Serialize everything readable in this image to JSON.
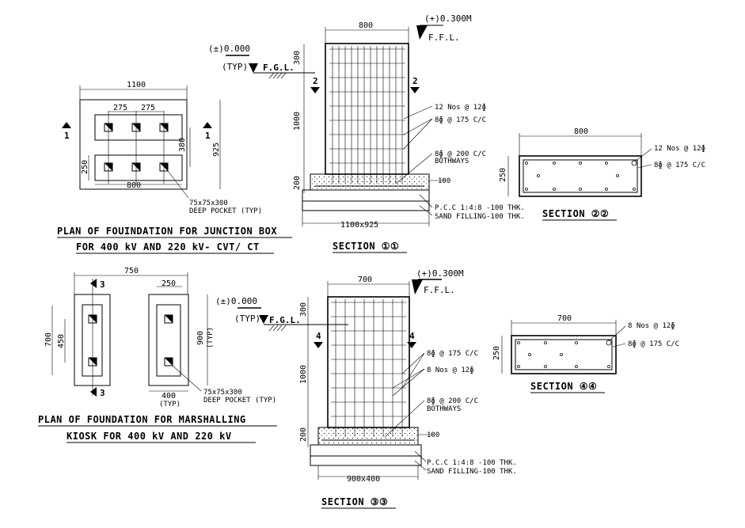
{
  "plan_jb": {
    "title_line1": "PLAN OF FOUINDATION FOR JUNCTION BOX",
    "title_line2": "FOR 400 kV AND 220 kV- CVT/ CT",
    "dim_total_width": "1100",
    "dim_275_a": "275",
    "dim_275_b": "275",
    "dim_800": "800",
    "dim_925": "925",
    "dim_380": "380",
    "dim_250": "250",
    "section_mark": "1",
    "pocket_label_1": "75x75x300",
    "pocket_label_2": "DEEP POCKET (TYP)"
  },
  "section_11": {
    "title": "SECTION ①①",
    "dim_top": "800",
    "level_ffl_value": "(+)0.300M",
    "level_ffl_label": "F.F.L.",
    "level_fgl_value": "(±)0.000",
    "level_fgl_typ": "(TYP)",
    "level_fgl_label": "F.G.L.",
    "dim_300": "300",
    "dim_1000": "1000",
    "dim_200": "200",
    "dim_100": "100",
    "section_mark": "2",
    "note_bars": "12 Nos @ 12ɸ",
    "note_ties": "8ɸ @ 175 C/C",
    "note_mesh": "8ɸ @ 200 C/C",
    "note_bothways": "BOTHWAYS",
    "note_pcc": "P.C.C 1:4:8 -100 THK.",
    "note_sand": "SAND FILLING-100 THK.",
    "dim_base": "1100x925"
  },
  "section_22": {
    "title": "SECTION ②②",
    "dim_width": "800",
    "dim_height": "250",
    "note_bars": "12 Nos @ 12ɸ",
    "note_ties": "8ɸ @ 175 C/C"
  },
  "plan_mk": {
    "title_line1": "PLAN OF FOUNDATION FOR MARSHALLING",
    "title_line2": "KIOSK FOR 400 kV AND 220 kV",
    "dim_750": "750",
    "dim_250": "250",
    "dim_700": "700",
    "dim_450": "450",
    "dim_900": "900",
    "dim_900_typ": "(TYP)",
    "dim_400": "400",
    "dim_400_typ": "(TYP)",
    "section_mark": "3",
    "pocket_label_1": "75x75x300",
    "pocket_label_2": "DEEP POCKET (TYP)"
  },
  "section_33": {
    "title": "SECTION ③③",
    "dim_top": "700",
    "level_ffl_value": "(+)0.300M",
    "level_ffl_label": "F.F.L.",
    "level_fgl_value": "(±)0.000",
    "level_fgl_typ": "(TYP)",
    "level_fgl_label": "F.G.L.",
    "dim_300": "300",
    "dim_1000": "1000",
    "dim_200": "200",
    "dim_100": "100",
    "section_mark": "4",
    "note_ties": "8ɸ @ 175 C/C",
    "note_bars": "8 Nos @ 12ɸ",
    "note_mesh": "8ɸ @ 200 C/C",
    "note_bothways": "BOTHWAYS",
    "note_pcc": "P.C.C 1:4:8 -100 THK.",
    "note_sand": "SAND FILLING-100 THK.",
    "dim_base": "900x400"
  },
  "section_44": {
    "title": "SECTION ④④",
    "dim_width": "700",
    "dim_height": "250",
    "note_bars": "8 Nos @ 12ɸ",
    "note_ties": "8ɸ @ 175 C/C"
  }
}
